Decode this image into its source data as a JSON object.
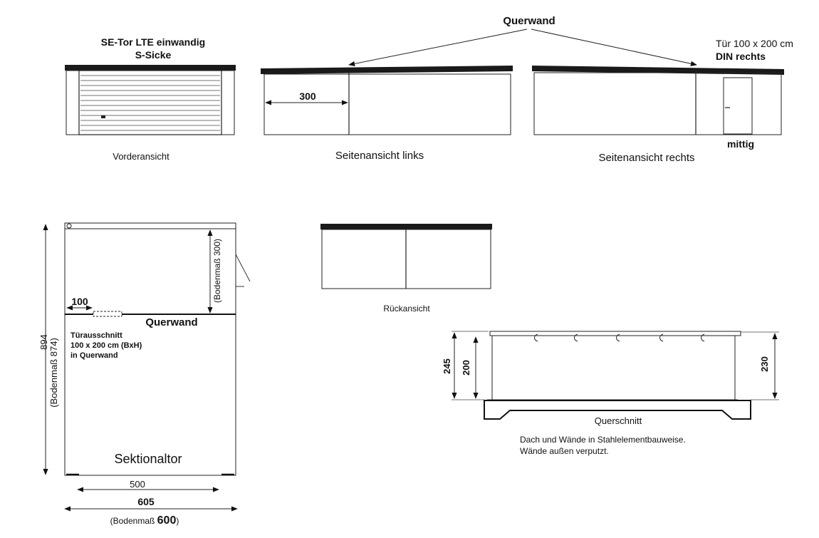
{
  "views": {
    "front": {
      "title_line1": "SE-Tor LTE einwandig",
      "title_line2": "S-Sicke",
      "caption": "Vorderansicht"
    },
    "querwand_label": "Querwand",
    "side_left": {
      "caption": "Seitenansicht links",
      "dim": "300"
    },
    "side_right": {
      "door_line1": "Tür 100 x 200 cm",
      "door_line2": "DIN rechts",
      "door_pos": "mittig",
      "caption": "Seitenansicht rechts"
    },
    "rear": {
      "caption": "Rückansicht"
    }
  },
  "plan": {
    "dim_894": "894",
    "dim_874": "(Bodenmaß 874)",
    "dim_300": "(Bodenmaß 300)",
    "dim_100": "100",
    "querwand": "Querwand",
    "cutout_line1": "Türausschnitt",
    "cutout_line2": "100 x 200 cm (BxH)",
    "cutout_line3": "in Querwand",
    "door_type": "Sektionaltor",
    "dim_500": "500",
    "dim_605": "605",
    "floor_prefix": "(Bodenmaß ",
    "floor_value": "600",
    "floor_suffix": ")"
  },
  "section": {
    "dim_245": "245",
    "dim_200": "200",
    "dim_230": "230",
    "caption": "Querschnitt",
    "note_line1": "Dach und Wände in Stahlelementbauweise.",
    "note_line2": "Wände außen verputzt."
  }
}
